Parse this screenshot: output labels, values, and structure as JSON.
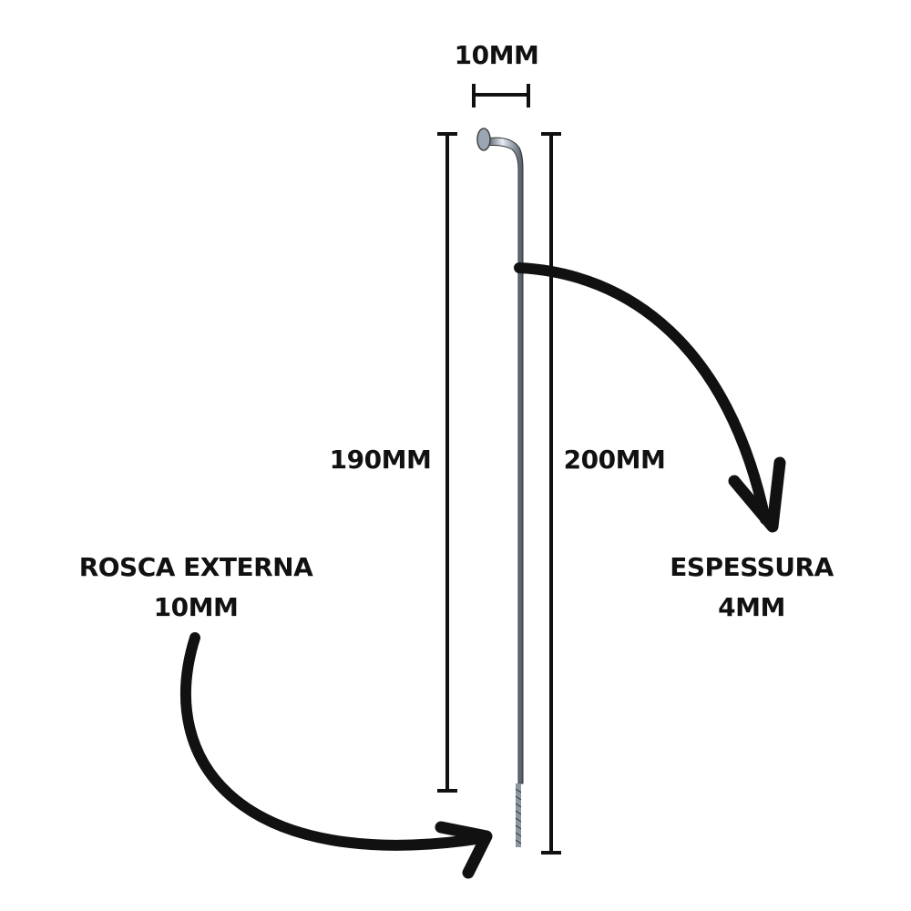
{
  "labels": {
    "head_width": "10MM",
    "inner_length": "190MM",
    "total_length": "200MM",
    "thread_line1": "ROSCA EXTERNA",
    "thread_line2": "10MM",
    "thickness_line1": "ESPESSURA",
    "thickness_line2": "4MM"
  },
  "colors": {
    "ink": "#111111",
    "steel": "#9aa6b4"
  }
}
